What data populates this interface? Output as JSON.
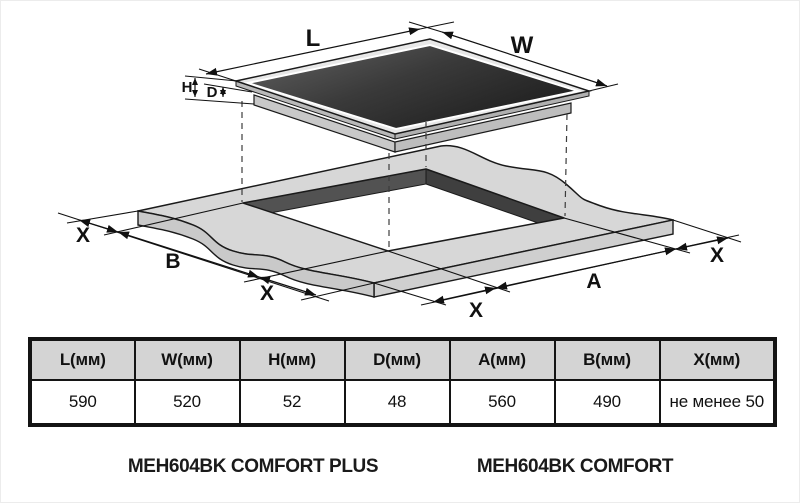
{
  "diagram": {
    "labels": {
      "length": "L",
      "width": "W",
      "height": "H",
      "depth": "D",
      "cutout_length": "A",
      "cutout_width": "B",
      "margin": "X"
    }
  },
  "table": {
    "headers": [
      "L(мм)",
      "W(мм)",
      "H(мм)",
      "D(мм)",
      "A(мм)",
      "B(мм)",
      "X(мм)"
    ],
    "values": [
      "590",
      "520",
      "52",
      "48",
      "560",
      "490",
      "не менее 50"
    ]
  },
  "models": {
    "left": "MEH604BK COMFORT PLUS",
    "right": "MEH604BK COMFORT"
  },
  "colors": {
    "line": "#1a1a1a",
    "glass_light": "#5e5e5e",
    "glass_dark": "#1e1e1e",
    "rim": "#e8e8e8",
    "body_side": "#c6c6c6",
    "countertop": "#d7d7d7",
    "countertop_side": "#c9c9c9",
    "cutout_inner": "#4a4a4a",
    "table_header_bg": "#d4d4d4"
  }
}
